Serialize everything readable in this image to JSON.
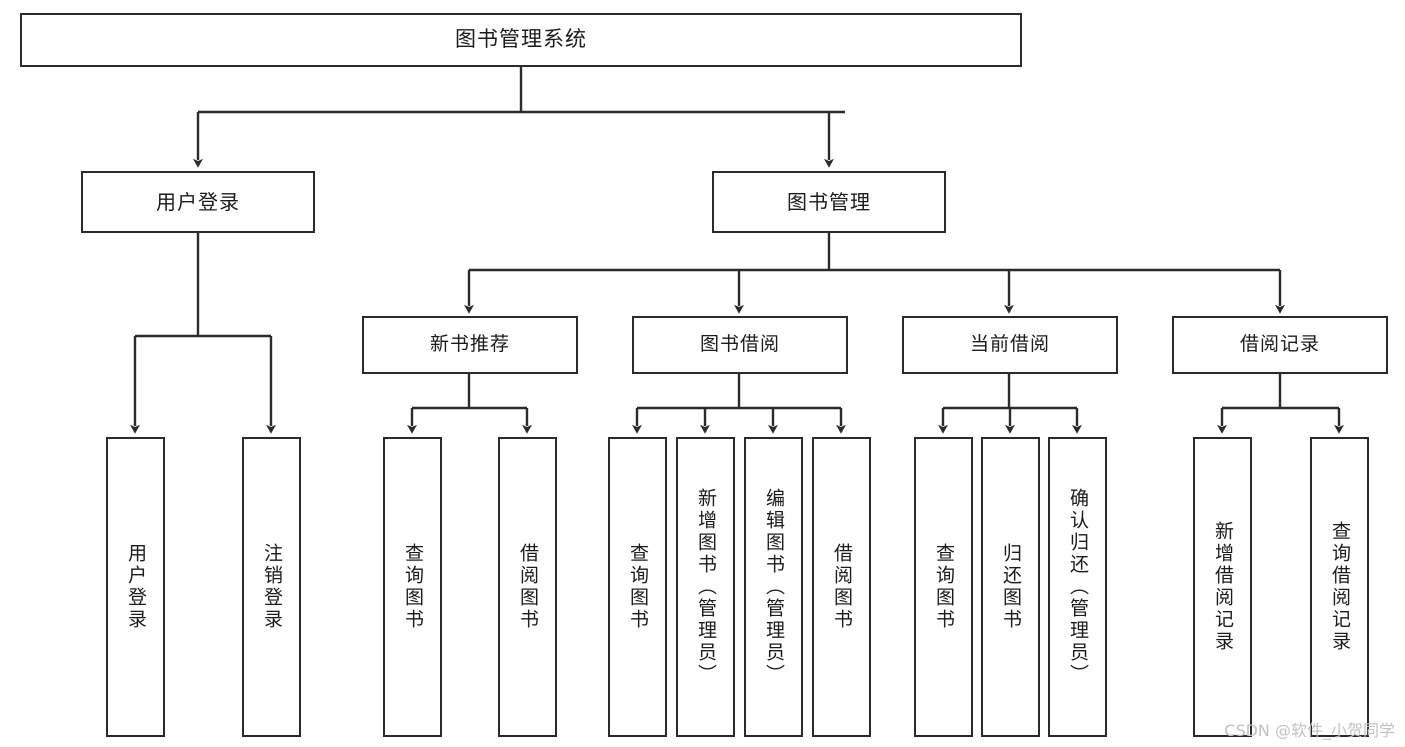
{
  "diagram": {
    "title": "图书管理系统",
    "type": "tree",
    "background_color": "#ffffff",
    "box_border_color": "#2b2b2b",
    "edge_color": "#2b2b2b",
    "text_color": "#1b1b1b"
  },
  "root": {
    "label": "图书管理系统"
  },
  "level1": [
    {
      "label": "用户登录"
    },
    {
      "label": "图书管理"
    }
  ],
  "level2": [
    {
      "label": "新书推荐"
    },
    {
      "label": "图书借阅"
    },
    {
      "label": "当前借阅"
    },
    {
      "label": "借阅记录"
    }
  ],
  "leaves": [
    {
      "label": "用户登录",
      "parent": "用户登录"
    },
    {
      "label": "注销登录",
      "parent": "用户登录"
    },
    {
      "label": "查询图书",
      "parent": "新书推荐"
    },
    {
      "label": "借阅图书",
      "parent": "新书推荐"
    },
    {
      "label": "查询图书",
      "parent": "图书借阅"
    },
    {
      "label": "新增图书（管理员）",
      "parent": "图书借阅"
    },
    {
      "label": "编辑图书（管理员）",
      "parent": "图书借阅"
    },
    {
      "label": "借阅图书",
      "parent": "图书借阅"
    },
    {
      "label": "查询图书",
      "parent": "当前借阅"
    },
    {
      "label": "归还图书",
      "parent": "当前借阅"
    },
    {
      "label": "确认归还（管理员）",
      "parent": "当前借阅"
    },
    {
      "label": "新增借阅记录",
      "parent": "借阅记录"
    },
    {
      "label": "查询借阅记录",
      "parent": "借阅记录"
    }
  ],
  "watermark": {
    "text": "CSDN @软件_小贺同学"
  }
}
